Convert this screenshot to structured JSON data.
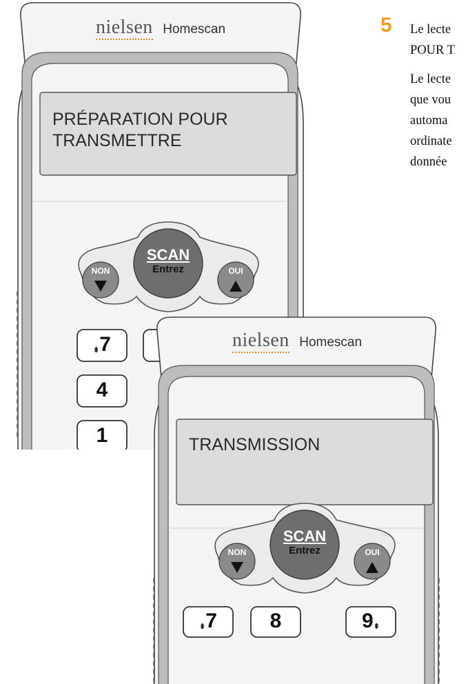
{
  "step": {
    "number": "5",
    "line1": "Le lecte",
    "line2": "POUR T",
    "para_lines": [
      "Le lecte",
      "que vou",
      "automa",
      "ordinate",
      "donnée"
    ]
  },
  "device_top": {
    "brand": "nielsen",
    "product": "Homescan",
    "lcd": "PRÉPARATION POUR\nTRANSMETTRE",
    "scan_label": "SCAN",
    "enter_label": "Entrez",
    "no_label": "NON",
    "yes_label": "OUI",
    "keys": [
      "7",
      "4",
      "1"
    ]
  },
  "device_bottom": {
    "brand": "nielsen",
    "product": "Homescan",
    "lcd": "TRANSMISSION",
    "scan_label": "SCAN",
    "enter_label": "Entrez",
    "no_label": "NON",
    "yes_label": "OUI",
    "keys": [
      "7",
      "8",
      "9"
    ]
  },
  "colors": {
    "device_body": "#f4f4f4",
    "device_rim": "#bdbdbd",
    "lcd_bg": "#dcdcdc",
    "scan_button": "#6e6e6e",
    "side_button": "#8a8a8a",
    "accent_dots": "#e08a1e",
    "step_number": "#f0a020"
  }
}
